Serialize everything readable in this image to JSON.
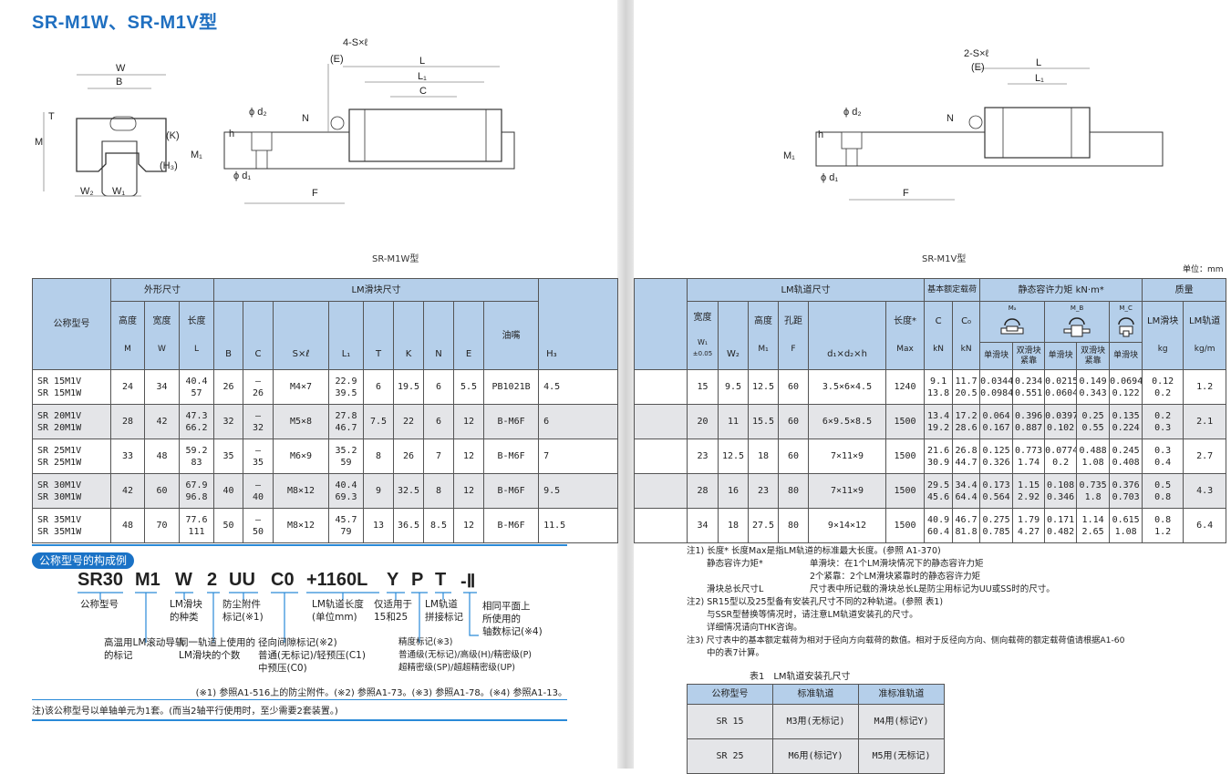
{
  "title": "SR-M1W、SR-M1V型",
  "drawings": {
    "w_caption": "SR-M1W型",
    "v_caption": "SR-M1V型",
    "front": {
      "W": "W",
      "B": "B",
      "T": "T",
      "M": "M",
      "K": "(K)",
      "H3": "(H₃)",
      "W2": "W₂",
      "W1": "W₁"
    },
    "side_w": {
      "hole": "4-S×ℓ",
      "E": "(E)",
      "L": "L",
      "L1": "L₁",
      "C": "C",
      "N": "N",
      "d2": "ϕ d₂",
      "h": "h",
      "M1": "M₁",
      "d1": "ϕ d₁",
      "F": "F"
    },
    "side_v": {
      "hole": "2-S×ℓ",
      "E": "(E)",
      "L": "L",
      "L1": "L₁",
      "N": "N",
      "d2": "ϕ d₂",
      "h": "h",
      "M1": "M₁",
      "d1": "ϕ d₁",
      "F": "F"
    }
  },
  "unit": "单位：mm",
  "table_left": {
    "model": "公称型号",
    "outer": "外形尺寸",
    "block": "LM滑块尺寸",
    "height": "高度",
    "width": "宽度",
    "length": "长度",
    "M": "M",
    "W": "W",
    "L": "L",
    "B": "B",
    "C": "C",
    "S": "S×ℓ",
    "L1": "L₁",
    "T": "T",
    "K": "K",
    "N": "N",
    "E": "E",
    "nipple": "油嘴",
    "H3": "H₃",
    "rows": [
      {
        "model": [
          "SR 15M1V",
          "SR 15M1W"
        ],
        "M": "24",
        "W": "34",
        "L": [
          "40.4",
          "57"
        ],
        "B": "26",
        "C": [
          "—",
          "26"
        ],
        "S": "M4×7",
        "L1": [
          "22.9",
          "39.5"
        ],
        "T": "6",
        "K": "19.5",
        "N": "6",
        "E": "5.5",
        "nipple": "PB1021B",
        "H3": "4.5"
      },
      {
        "model": [
          "SR 20M1V",
          "SR 20M1W"
        ],
        "M": "28",
        "W": "42",
        "L": [
          "47.3",
          "66.2"
        ],
        "B": "32",
        "C": [
          "—",
          "32"
        ],
        "S": "M5×8",
        "L1": [
          "27.8",
          "46.7"
        ],
        "T": "7.5",
        "K": "22",
        "N": "6",
        "E": "12",
        "nipple": "B-M6F",
        "H3": "6"
      },
      {
        "model": [
          "SR 25M1V",
          "SR 25M1W"
        ],
        "M": "33",
        "W": "48",
        "L": [
          "59.2",
          "83"
        ],
        "B": "35",
        "C": [
          "—",
          "35"
        ],
        "S": "M6×9",
        "L1": [
          "35.2",
          "59"
        ],
        "T": "8",
        "K": "26",
        "N": "7",
        "E": "12",
        "nipple": "B-M6F",
        "H3": "7"
      },
      {
        "model": [
          "SR 30M1V",
          "SR 30M1W"
        ],
        "M": "42",
        "W": "60",
        "L": [
          "67.9",
          "96.8"
        ],
        "B": "40",
        "C": [
          "—",
          "40"
        ],
        "S": "M8×12",
        "L1": [
          "40.4",
          "69.3"
        ],
        "T": "9",
        "K": "32.5",
        "N": "8",
        "E": "12",
        "nipple": "B-M6F",
        "H3": "9.5"
      },
      {
        "model": [
          "SR 35M1V",
          "SR 35M1W"
        ],
        "M": "48",
        "W": "70",
        "L": [
          "77.6",
          "111"
        ],
        "B": "50",
        "C": [
          "—",
          "50"
        ],
        "S": "M8×12",
        "L1": [
          "45.7",
          "79"
        ],
        "T": "13",
        "K": "36.5",
        "N": "8.5",
        "E": "12",
        "nipple": "B-M6F",
        "H3": "11.5"
      }
    ]
  },
  "table_right": {
    "rail": "LM轨道尺寸",
    "load": "基本额定载荷",
    "moment": "静态容许力矩 kN·m*",
    "mass": "质量",
    "width": "宽度",
    "W1": "W₁",
    "tol": "±0.05",
    "W2": "W₂",
    "height": "高度",
    "M1": "M₁",
    "pitch": "孔距",
    "F": "F",
    "d": "d₁×d₂×h",
    "length": "长度*",
    "max": "Max",
    "C": "C",
    "C0": "C₀",
    "kN": "kN",
    "MA": "Mₐ",
    "MB": "M_B",
    "MC": "M_C",
    "single": "单滑块",
    "double": "双滑块紧靠",
    "block_mass": "LM滑块",
    "rail_mass": "LM轨道",
    "kg": "kg",
    "kgm": "kg/m",
    "rows": [
      {
        "W1": "15",
        "W2": "9.5",
        "M1": "12.5",
        "F": "60",
        "d": "3.5×6×4.5",
        "max": "1240",
        "C": [
          "9.1",
          "13.8"
        ],
        "C0": [
          "11.7",
          "20.5"
        ],
        "MA1": [
          "0.0344",
          "0.0984"
        ],
        "MA2": [
          "0.234",
          "0.551"
        ],
        "MB1": [
          "0.0215",
          "0.0604"
        ],
        "MB2": [
          "0.149",
          "0.343"
        ],
        "MC": [
          "0.0694",
          "0.122"
        ],
        "kg": [
          "0.12",
          "0.2"
        ],
        "kgm": "1.2"
      },
      {
        "W1": "20",
        "W2": "11",
        "M1": "15.5",
        "F": "60",
        "d": "6×9.5×8.5",
        "max": "1500",
        "C": [
          "13.4",
          "19.2"
        ],
        "C0": [
          "17.2",
          "28.6"
        ],
        "MA1": [
          "0.064",
          "0.167"
        ],
        "MA2": [
          "0.396",
          "0.887"
        ],
        "MB1": [
          "0.0397",
          "0.102"
        ],
        "MB2": [
          "0.25",
          "0.55"
        ],
        "MC": [
          "0.135",
          "0.224"
        ],
        "kg": [
          "0.2",
          "0.3"
        ],
        "kgm": "2.1"
      },
      {
        "W1": "23",
        "W2": "12.5",
        "M1": "18",
        "F": "60",
        "d": "7×11×9",
        "max": "1500",
        "C": [
          "21.6",
          "30.9"
        ],
        "C0": [
          "26.8",
          "44.7"
        ],
        "MA1": [
          "0.125",
          "0.326"
        ],
        "MA2": [
          "0.773",
          "1.74"
        ],
        "MB1": [
          "0.0774",
          "0.2"
        ],
        "MB2": [
          "0.488",
          "1.08"
        ],
        "MC": [
          "0.245",
          "0.408"
        ],
        "kg": [
          "0.3",
          "0.4"
        ],
        "kgm": "2.7"
      },
      {
        "W1": "28",
        "W2": "16",
        "M1": "23",
        "F": "80",
        "d": "7×11×9",
        "max": "1500",
        "C": [
          "29.5",
          "45.6"
        ],
        "C0": [
          "34.4",
          "64.4"
        ],
        "MA1": [
          "0.173",
          "0.564"
        ],
        "MA2": [
          "1.15",
          "2.92"
        ],
        "MB1": [
          "0.108",
          "0.346"
        ],
        "MB2": [
          "0.735",
          "1.8"
        ],
        "MC": [
          "0.376",
          "0.703"
        ],
        "kg": [
          "0.5",
          "0.8"
        ],
        "kgm": "4.3"
      },
      {
        "W1": "34",
        "W2": "18",
        "M1": "27.5",
        "F": "80",
        "d": "9×14×12",
        "max": "1500",
        "C": [
          "40.9",
          "60.4"
        ],
        "C0": [
          "46.7",
          "81.8"
        ],
        "MA1": [
          "0.275",
          "0.785"
        ],
        "MA2": [
          "1.79",
          "4.27"
        ],
        "MB1": [
          "0.171",
          "0.482"
        ],
        "MB2": [
          "1.14",
          "2.65"
        ],
        "MC": [
          "0.615",
          "1.08"
        ],
        "kg": [
          "0.8",
          "1.2"
        ],
        "kgm": "6.4"
      }
    ]
  },
  "part_number": {
    "heading": "公称型号的构成例",
    "codes": [
      "SR30",
      "M1",
      "W",
      "2",
      "UU",
      "C0",
      "+1160L",
      "Y",
      "P",
      "T",
      "-Ⅱ"
    ],
    "labels": {
      "model": "公称型号",
      "block_type": [
        "LM滑块",
        "的种类"
      ],
      "seal": [
        "防尘附件",
        "标记(※1)"
      ],
      "rail_len": [
        "LM轨道长度",
        "(单位mm)"
      ],
      "only": [
        "仅适用于",
        "15和25"
      ],
      "joint": [
        "LM轨道",
        "拼接标记"
      ],
      "axes": [
        "相同平面上",
        "所使用的",
        "轴数标记(※4)"
      ],
      "hightemp": [
        "高温用LM滚动导轨",
        "的标记"
      ],
      "count": [
        "同一轨道上使用的",
        "LM滑块的个数"
      ],
      "clearance": [
        "径向间隙标记(※2)",
        "普通(无标记)/轻预压(C1)",
        "中预压(C0)"
      ],
      "accuracy": [
        "精度标记(※3)",
        "普通级(无标记)/高级(H)/精密级(P)",
        "超精密级(SP)/超超精密级(UP)"
      ]
    },
    "footnote": "(※1) 参照A1-516上的防尘附件。(※2) 参照A1-73。(※3) 参照A1-78。(※4) 参照A1-13。",
    "note": "注)该公称型号以单轴单元为1套。(而当2轴平行使用时，至少需要2套装置。)"
  },
  "notes": [
    "注1) 长度* 长度Max是指LM轨道的标准最大长度。(参照 A1-370)",
    "静态容许力矩*",
    "单滑块：在1个LM滑块情况下的静态容许力矩",
    "2个紧靠：2个LM滑块紧靠时的静态容许力矩",
    "滑块总长尺寸L",
    "尺寸表中所记载的滑块总长L是防尘用标记为UU或SS时的尺寸。",
    "注2) SR15型以及25型备有安装孔尺寸不同的2种轨道。(参照 表1)",
    "与SSR型替换等情况时，请注意LM轨道安装孔的尺寸。",
    "详细情况请向THK咨询。",
    "注3) 尺寸表中的基本额定载荷为相对于径向方向载荷的数值。相对于反径向方向、侧向载荷的额定载荷值请根据A1-60",
    "中的表7计算。"
  ],
  "table1": {
    "title": "表1　LM轨道安装孔尺寸",
    "headers": [
      "公称型号",
      "标准轨道",
      "准标准轨道"
    ],
    "rows": [
      [
        "SR 15",
        "M3用(无标记)",
        "M4用(标记Y)"
      ],
      [
        "SR 25",
        "M6用(标记Y)",
        "M5用(无标记)"
      ]
    ]
  },
  "colors": {
    "header": "#b5cfea",
    "accent": "#1a72c6",
    "title": "#1f6fc0"
  }
}
